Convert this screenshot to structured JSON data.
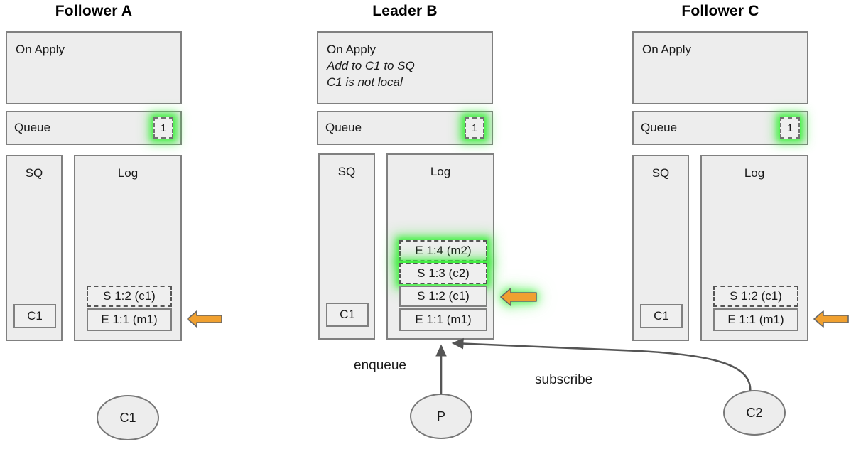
{
  "diagram": {
    "title_font_color": "#000000",
    "box_fill": "#ededed",
    "box_stroke": "#808080",
    "glow_color": "#3cf03c",
    "arrow_color": "#f0a030",
    "connector_color": "#555555"
  },
  "nodes": [
    {
      "id": "follower-a",
      "title": "Follower A",
      "on_apply": {
        "heading": "On Apply",
        "lines": []
      },
      "queue": {
        "label": "Queue",
        "badge": "1",
        "badge_glow": true
      },
      "sq": {
        "header": "SQ",
        "items": [
          {
            "label": "C1"
          }
        ]
      },
      "log": {
        "header": "Log",
        "entries": [
          {
            "label": "S 1:2 (c1)",
            "style": "dashed",
            "glow": false
          },
          {
            "label": "E 1:1 (m1)",
            "style": "solid",
            "glow": false
          }
        ]
      },
      "commit_arrow": {
        "icon": "left-arrow-icon",
        "glow": false
      }
    },
    {
      "id": "leader-b",
      "title": "Leader B",
      "on_apply": {
        "heading": "On Apply",
        "lines": [
          "Add to C1 to SQ",
          "C1 is not local"
        ]
      },
      "queue": {
        "label": "Queue",
        "badge": "1",
        "badge_glow": true
      },
      "sq": {
        "header": "SQ",
        "items": [
          {
            "label": "C1"
          }
        ]
      },
      "log": {
        "header": "Log",
        "entries": [
          {
            "label": "E 1:4 (m2)",
            "style": "dashed",
            "glow": true
          },
          {
            "label": "S 1:3 (c2)",
            "style": "dashed",
            "glow": true
          },
          {
            "label": "S 1:2 (c1)",
            "style": "solid",
            "glow": false
          },
          {
            "label": "E 1:1 (m1)",
            "style": "solid",
            "glow": false
          }
        ]
      },
      "commit_arrow": {
        "icon": "left-arrow-icon",
        "glow": true
      }
    },
    {
      "id": "follower-c",
      "title": "Follower C",
      "on_apply": {
        "heading": "On Apply",
        "lines": []
      },
      "queue": {
        "label": "Queue",
        "badge": "1",
        "badge_glow": true
      },
      "sq": {
        "header": "SQ",
        "items": [
          {
            "label": "C1"
          }
        ]
      },
      "log": {
        "header": "Log",
        "entries": [
          {
            "label": "S 1:2 (c1)",
            "style": "dashed",
            "glow": false
          },
          {
            "label": "E 1:1 (m1)",
            "style": "solid",
            "glow": false
          }
        ]
      },
      "commit_arrow": {
        "icon": "left-arrow-icon",
        "glow": false
      }
    }
  ],
  "clients": [
    {
      "id": "client-c1",
      "label": "C1"
    },
    {
      "id": "producer-p",
      "label": "P"
    },
    {
      "id": "client-c2",
      "label": "C2"
    }
  ],
  "edges": [
    {
      "id": "enqueue-edge",
      "label": "enqueue",
      "from": "producer-p",
      "to": "leader-b-log"
    },
    {
      "id": "subscribe-edge",
      "label": "subscribe",
      "from": "client-c2",
      "to": "leader-b-log"
    }
  ]
}
